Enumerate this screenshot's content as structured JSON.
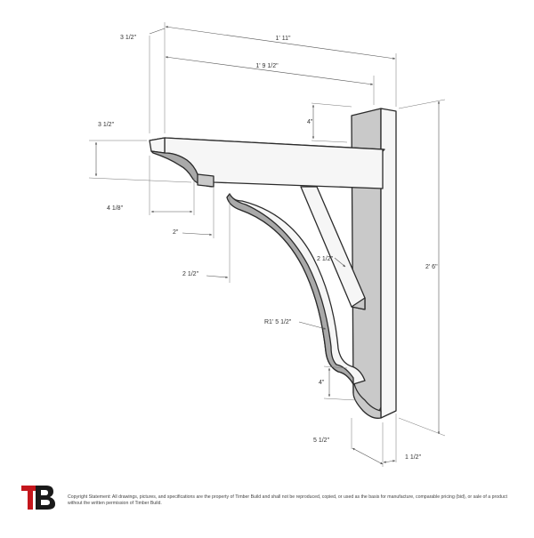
{
  "colors": {
    "face": "#f6f6f6",
    "side": "#c9c9c9",
    "shade": "#a9a9a9",
    "line": "#2b2b2b",
    "logo_red": "#c4161c",
    "logo_dark": "#1a1a1a"
  },
  "dimensions": {
    "overall_width": "1' 11\"",
    "arm_length": "1' 9 1/2\"",
    "arm_thickness_top": "3 1/2\"",
    "arm_height": "3 1/2\"",
    "post_top": "4\"",
    "overall_height": "2' 6\"",
    "end_cut": "4 1/8\"",
    "gap": "2\"",
    "brace_start": "2 1/2\"",
    "brace_width": "2 1/2\"",
    "radius": "R1' 5 1/2\"",
    "post_bottom": "4\"",
    "foot_depth": "5 1/2\"",
    "post_width": "1 1/2\""
  },
  "logo": {
    "text": "TB"
  },
  "copyright": "Copyright Statement: All drawings, pictures, and specifications are the property of Timber Build and shall not be reproduced, copied, or used as the basis for manufacture, comparable pricing (bid), or sale of a product without the written permission of Timber Build."
}
